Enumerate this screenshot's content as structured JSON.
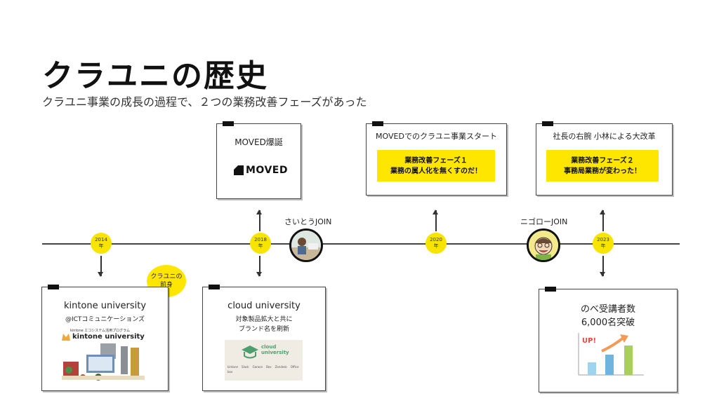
{
  "header": {
    "title": "クラユニの歴史",
    "subtitle": "クラユニ事業の成長の過程で、２つの業務改善フェーズがあった"
  },
  "years": [
    {
      "year": "2014",
      "unit": "年"
    },
    {
      "year": "2018",
      "unit": "年"
    },
    {
      "year": "2020",
      "unit": "年"
    },
    {
      "year": "2023",
      "unit": "年"
    }
  ],
  "cards": {
    "moved": {
      "title": "MOVED爆誕",
      "logo": "MOVED"
    },
    "start": {
      "title": "MOVEDでのクラユニ事業スタート",
      "line1": "業務改善フェーズ１",
      "line2": "業務の属人化を無くすのだ！"
    },
    "reform": {
      "title": "社長の右腕 小林による大改革",
      "line1": "業務改善フェーズ２",
      "line2": "事務局業務が変わった！"
    },
    "kintone": {
      "title": "kintone university",
      "sub": "@ICTコミュニケーションズ",
      "logo_small": "kintone エコシステム活用プログラム",
      "logo": "kintone university"
    },
    "cloud": {
      "title": "cloud university",
      "sub1": "対象製品拡大と共に",
      "sub2": "ブランド名を刷新",
      "logo1": "cloud",
      "logo2": "university",
      "partners": [
        "kintone",
        "Slack",
        "Garoon",
        "Box",
        "Zendesk",
        "Office",
        "box"
      ]
    },
    "students": {
      "line1": "のべ受講者数",
      "line2": "6,000名突破",
      "badge": "UP!"
    }
  },
  "joins": {
    "saito": "さいとうJOIN",
    "nigoro": "ニゴローJOIN"
  },
  "bubble": {
    "line1": "クラユニの",
    "line2": "前身"
  },
  "colors": {
    "accent": "#ffe600",
    "text": "#222222",
    "chart_bars": [
      "#9fd3ef",
      "#6fb5e0",
      "#a8cf5e"
    ]
  }
}
